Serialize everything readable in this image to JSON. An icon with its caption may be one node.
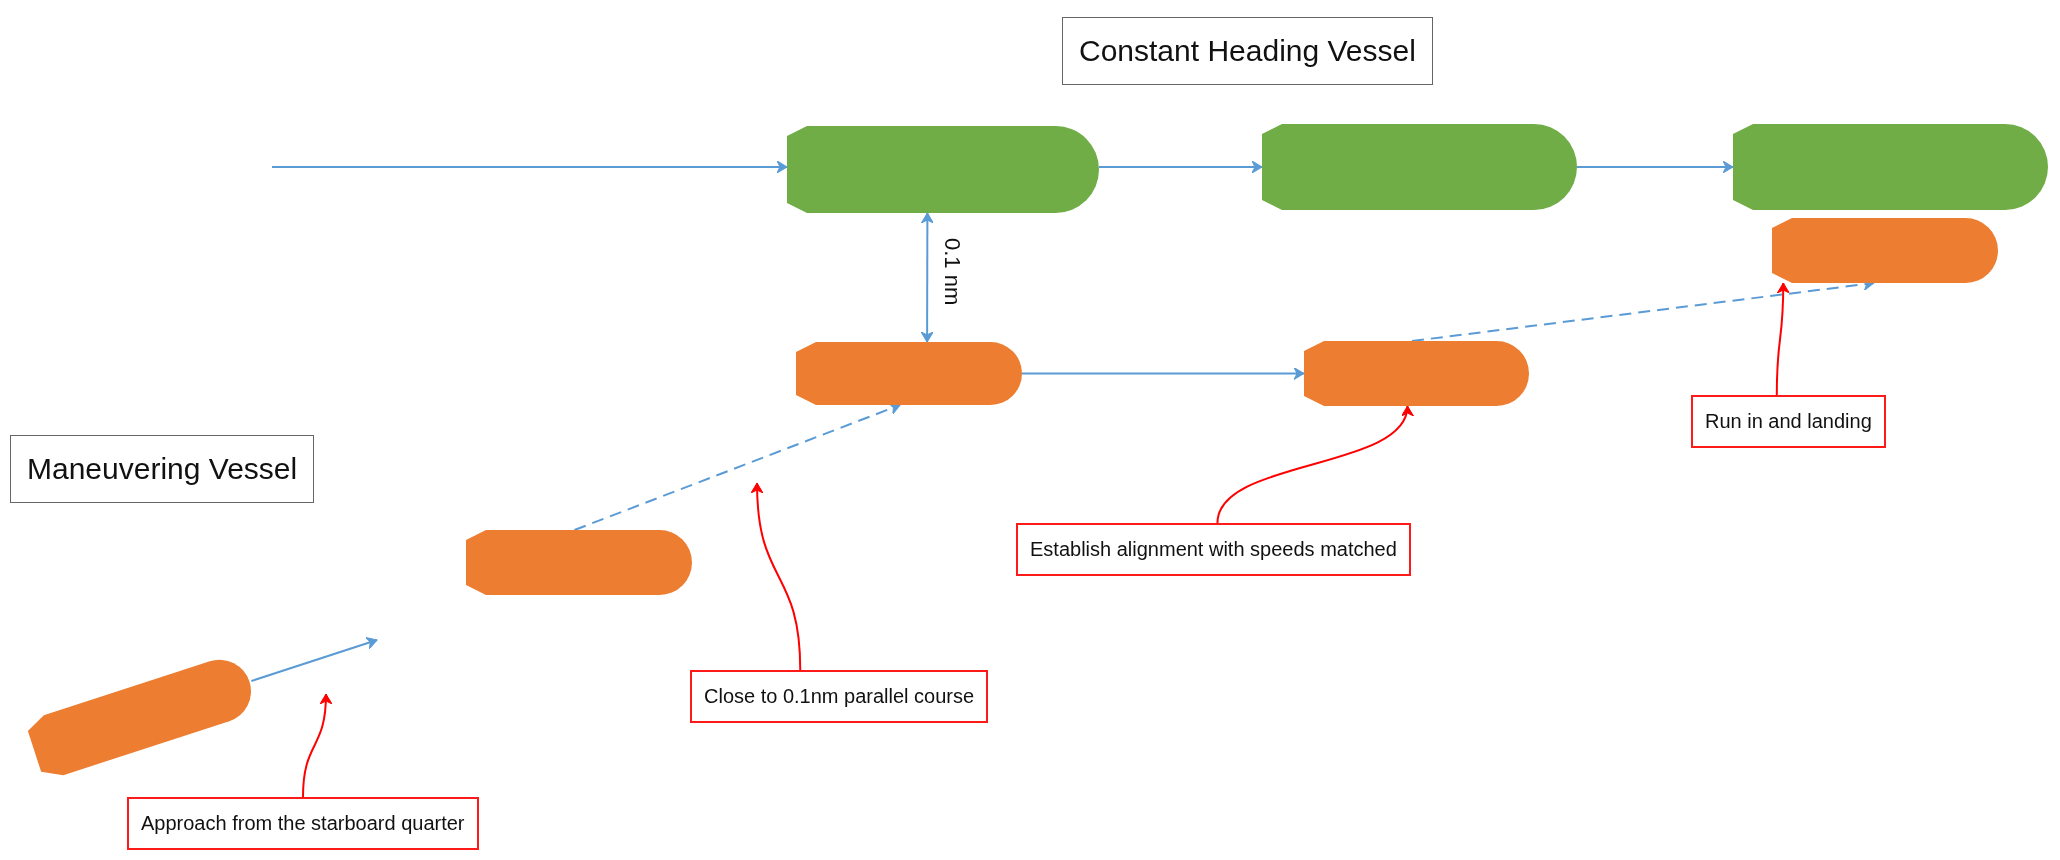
{
  "diagram": {
    "nodes": [
      {
        "text": [
          "Constant Heading Vessel"
        ]
      },
      {
        "text": [],
        "shape": "ship"
      },
      {
        "text": [],
        "shape": "ship"
      },
      {
        "text": [],
        "shape": "ship"
      },
      {
        "text": [],
        "shape": "ship"
      },
      {
        "text": [],
        "shape": "ship"
      },
      {
        "text": [],
        "shape": "ship"
      },
      {
        "text": [
          "Run in and landing"
        ]
      },
      {
        "text": [
          "Maneuvering Vessel"
        ]
      },
      {
        "text": [],
        "shape": "ship"
      },
      {
        "text": [
          "Establish alignment with speeds matched"
        ]
      },
      {
        "text": [],
        "shape": "ship"
      },
      {
        "text": [
          "Close to 0.1nm parallel course"
        ]
      },
      {
        "text": [
          "Approach from the starboard quarter"
        ]
      }
    ],
    "edges": [
      {
        "from": null,
        "to": 1,
        "arrow": "to"
      },
      {
        "from": 1,
        "to": 2,
        "arrow": "to"
      },
      {
        "from": 2,
        "to": 3,
        "arrow": "to"
      },
      {
        "from": 1,
        "to": 5,
        "arrow": "both",
        "label": "0.1 nm"
      },
      {
        "from": 5,
        "to": 6,
        "arrow": "to"
      },
      {
        "from": 6,
        "to": 4,
        "arrow": "to",
        "style": "dashed"
      },
      {
        "from": 9,
        "to": 5,
        "arrow": "to",
        "style": "dashed"
      },
      {
        "from": 11,
        "to": null,
        "arrow": "to"
      },
      {
        "from": 7,
        "to": 4,
        "arrow": "to",
        "color": "#ff0000"
      },
      {
        "from": 10,
        "to": 6,
        "arrow": "to",
        "color": "#ff0000"
      },
      {
        "from": 12,
        "to": null,
        "arrow": "to",
        "color": "#ff0000"
      },
      {
        "from": 13,
        "to": null,
        "arrow": "to",
        "color": "#ff0000"
      }
    ]
  }
}
